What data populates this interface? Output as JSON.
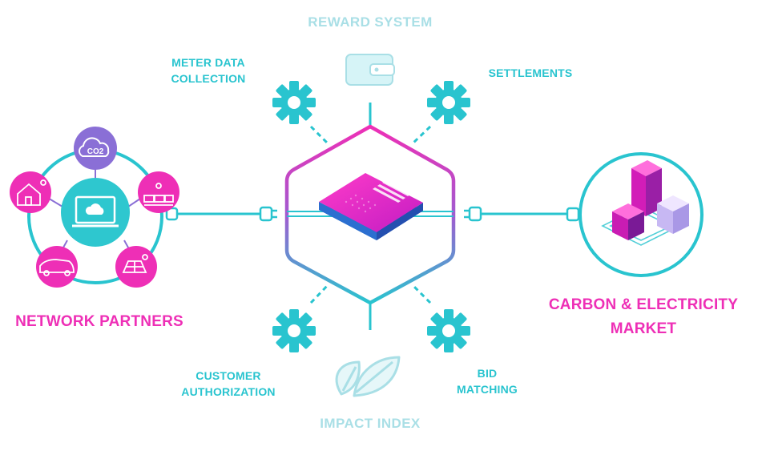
{
  "labels": {
    "reward_system": "REWARD SYSTEM",
    "meter_data_line1": "METER DATA",
    "meter_data_line2": "COLLECTION",
    "settlements": "SETTLEMENTS",
    "customer_auth_line1": "CUSTOMER",
    "customer_auth_line2": "AUTHORIZATION",
    "bid_matching_line1": "BID",
    "bid_matching_line2": "MATCHING",
    "impact_index": "IMPACT INDEX",
    "network_partners": "NETWORK PARTNERS",
    "carbon_market_line1": "CARBON & ELECTRICITY",
    "carbon_market_line2": "MARKET",
    "co2_badge": "CO2"
  },
  "icons": {
    "center": "server-device-icon",
    "reward": "wallet-icon",
    "impact": "leaf-icon",
    "gears": "gear-icon",
    "partners": [
      "co2-cloud-icon",
      "solar-farm-icon",
      "solar-panel-icon",
      "electric-vehicle-icon",
      "smart-home-icon",
      "laptop-cloud-icon"
    ],
    "market": "3d-blocks-icon"
  },
  "colors": {
    "teal": "#29c4cf",
    "magenta": "#ee2fb6",
    "purple": "#8a6fd6",
    "pale_teal": "#a9dfe6",
    "dark_purple": "#5a2a8c"
  }
}
